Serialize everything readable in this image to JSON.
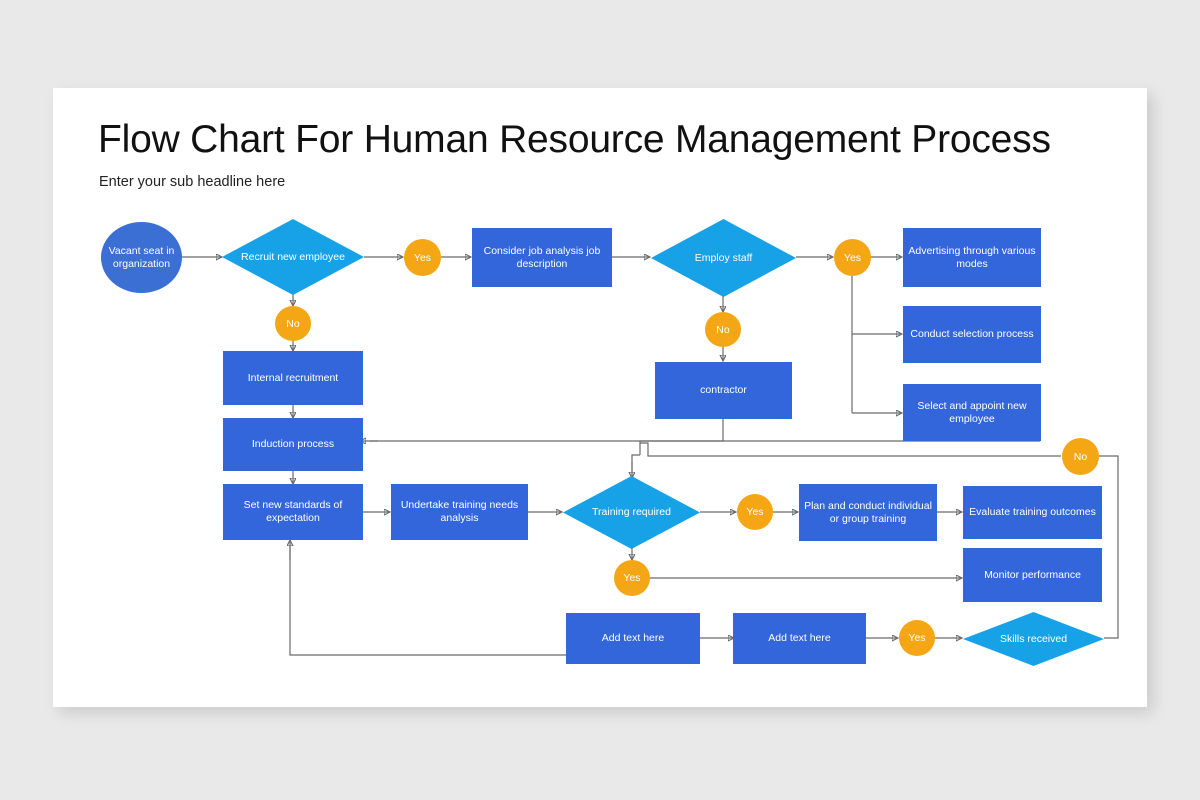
{
  "slide": {
    "title": "Flow Chart For Human Resource Management Process",
    "subtitle": "Enter your sub headline here"
  },
  "colors": {
    "background": "#e9e9e9",
    "card": "#ffffff",
    "process_blue": "#3366DB",
    "start_blue": "#3B6FD4",
    "decision_cyan": "#17A2E8",
    "decision_badge_orange": "#F5A615",
    "connector_gray": "#6b6b6b",
    "title_text": "#111111",
    "node_text": "#ffffff"
  },
  "chart_data": {
    "type": "diagram",
    "title": "Flow Chart For Human Resource Management Process",
    "nodes": [
      {
        "id": "vacant-seat",
        "shape": "circle",
        "label": "Vacant seat in organization"
      },
      {
        "id": "recruit-new",
        "shape": "diamond",
        "label": "Recruit new employee"
      },
      {
        "id": "badge-yes-recruit",
        "shape": "badge",
        "label": "Yes"
      },
      {
        "id": "badge-no-recruit",
        "shape": "badge",
        "label": "No"
      },
      {
        "id": "consider-job",
        "shape": "rect",
        "label": "Consider job analysis job description"
      },
      {
        "id": "employ-staff",
        "shape": "diamond",
        "label": "Employ staff"
      },
      {
        "id": "badge-yes-employ",
        "shape": "badge",
        "label": "Yes"
      },
      {
        "id": "badge-no-employ",
        "shape": "badge",
        "label": "No"
      },
      {
        "id": "advertising",
        "shape": "rect",
        "label": "Advertising through various modes"
      },
      {
        "id": "conduct-selection",
        "shape": "rect",
        "label": "Conduct selection process"
      },
      {
        "id": "select-appoint",
        "shape": "rect",
        "label": "Select and appoint new employee"
      },
      {
        "id": "contractor",
        "shape": "rect",
        "label": "contractor"
      },
      {
        "id": "internal-recruit",
        "shape": "rect",
        "label": "Internal recruitment"
      },
      {
        "id": "induction",
        "shape": "rect",
        "label": "Induction process"
      },
      {
        "id": "set-standards",
        "shape": "rect",
        "label": "Set new standards of expectation"
      },
      {
        "id": "undertake-training",
        "shape": "rect",
        "label": "Undertake training needs analysis"
      },
      {
        "id": "training-required",
        "shape": "diamond",
        "label": "Training required"
      },
      {
        "id": "badge-yes-training",
        "shape": "badge",
        "label": "Yes"
      },
      {
        "id": "badge-yes-monitor",
        "shape": "badge",
        "label": "Yes"
      },
      {
        "id": "plan-conduct",
        "shape": "rect",
        "label": "Plan and conduct individual or group training"
      },
      {
        "id": "evaluate-training",
        "shape": "rect",
        "label": "Evaluate training outcomes"
      },
      {
        "id": "monitor-perf",
        "shape": "rect",
        "label": "Monitor performance"
      },
      {
        "id": "add-text-1",
        "shape": "rect",
        "label": "Add text here"
      },
      {
        "id": "add-text-2",
        "shape": "rect",
        "label": "Add text here"
      },
      {
        "id": "badge-yes-skills",
        "shape": "badge",
        "label": "Yes"
      },
      {
        "id": "skills-received",
        "shape": "diamond",
        "label": "Skills received"
      },
      {
        "id": "badge-no-skills",
        "shape": "badge",
        "label": "No"
      }
    ],
    "edges": [
      {
        "from": "vacant-seat",
        "to": "recruit-new",
        "label": ""
      },
      {
        "from": "recruit-new",
        "to": "badge-yes-recruit",
        "label": "Yes"
      },
      {
        "from": "badge-yes-recruit",
        "to": "consider-job",
        "label": ""
      },
      {
        "from": "recruit-new",
        "to": "badge-no-recruit",
        "label": "No"
      },
      {
        "from": "badge-no-recruit",
        "to": "internal-recruit",
        "label": ""
      },
      {
        "from": "consider-job",
        "to": "employ-staff",
        "label": ""
      },
      {
        "from": "employ-staff",
        "to": "badge-yes-employ",
        "label": "Yes"
      },
      {
        "from": "badge-yes-employ",
        "to": "advertising",
        "label": ""
      },
      {
        "from": "badge-yes-employ",
        "to": "conduct-selection",
        "label": ""
      },
      {
        "from": "badge-yes-employ",
        "to": "select-appoint",
        "label": ""
      },
      {
        "from": "employ-staff",
        "to": "badge-no-employ",
        "label": "No"
      },
      {
        "from": "badge-no-employ",
        "to": "contractor",
        "label": ""
      },
      {
        "from": "internal-recruit",
        "to": "induction",
        "label": ""
      },
      {
        "from": "contractor",
        "to": "induction",
        "label": ""
      },
      {
        "from": "select-appoint",
        "to": "induction",
        "label": ""
      },
      {
        "from": "induction",
        "to": "set-standards",
        "label": ""
      },
      {
        "from": "set-standards",
        "to": "undertake-training",
        "label": ""
      },
      {
        "from": "undertake-training",
        "to": "training-required",
        "label": ""
      },
      {
        "from": "contractor",
        "to": "training-required",
        "label": ""
      },
      {
        "from": "training-required",
        "to": "badge-yes-training",
        "label": "Yes"
      },
      {
        "from": "badge-yes-training",
        "to": "plan-conduct",
        "label": ""
      },
      {
        "from": "plan-conduct",
        "to": "evaluate-training",
        "label": ""
      },
      {
        "from": "training-required",
        "to": "badge-yes-monitor",
        "label": "Yes"
      },
      {
        "from": "badge-yes-monitor",
        "to": "monitor-perf",
        "label": ""
      },
      {
        "from": "add-text-1",
        "to": "add-text-2",
        "label": ""
      },
      {
        "from": "add-text-2",
        "to": "badge-yes-skills",
        "label": "Yes"
      },
      {
        "from": "badge-yes-skills",
        "to": "skills-received",
        "label": ""
      },
      {
        "from": "skills-received",
        "to": "badge-no-skills",
        "label": "No"
      },
      {
        "from": "badge-no-skills",
        "to": "training-required",
        "label": ""
      },
      {
        "from": "add-text-1",
        "to": "set-standards",
        "label": ""
      }
    ]
  }
}
